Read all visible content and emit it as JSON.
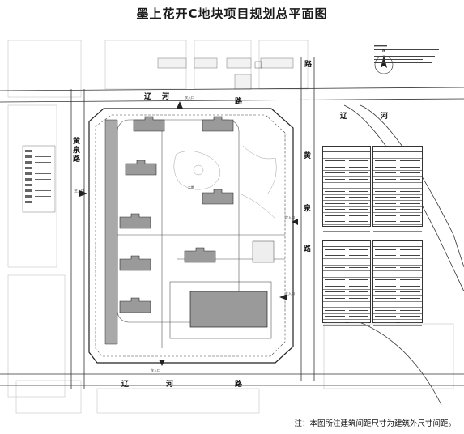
{
  "title": "墨上花开C地块项目规划总平面图",
  "note": "注：本图所注建筑间距尺寸为建筑外尺寸间距。",
  "roads": {
    "north_1": "辽",
    "north_2": "河",
    "north_3": "路",
    "south_1": "辽",
    "south_2": "河",
    "south_3": "路",
    "west": "黄泉路",
    "east_1": "黄",
    "east_2": "泉",
    "east_3": "路",
    "ne_road": "路",
    "east_liao": "辽",
    "east_he": "河"
  },
  "entrances": {
    "north_secondary": "次入口",
    "west_main": "主入口",
    "east_main": "主入口",
    "south_secondary": "次入口",
    "east_secondary": "次入口"
  },
  "labels": {
    "building_2": "二期",
    "north_marker": "N"
  },
  "colors": {
    "line": "#333333",
    "building": "#9a9a9a",
    "site_bg": "#ffffff"
  }
}
